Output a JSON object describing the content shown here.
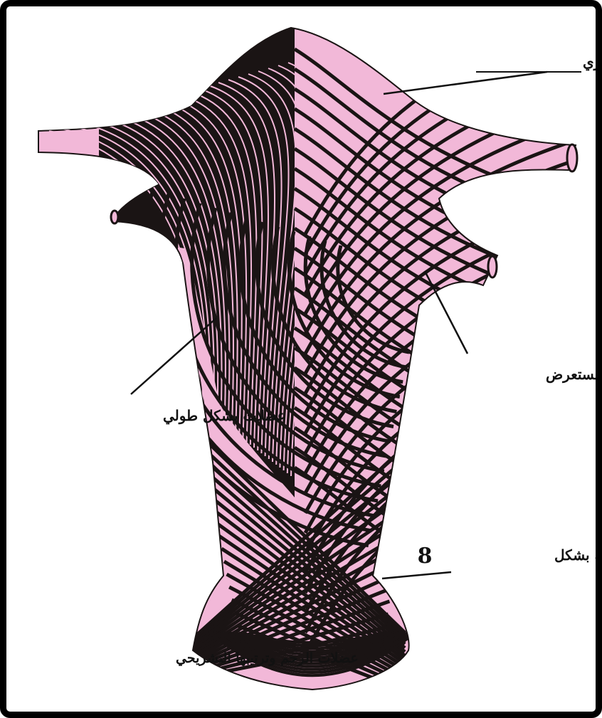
{
  "colors": {
    "background": "#ffffff",
    "tissue": "#f2b8d8",
    "fiber": "#1a1414",
    "frame": "#000000"
  },
  "labels": {
    "circular": "عضلات بشكل دائري",
    "transverse": "عضلات بشكل مستعرض",
    "longitudinal": "عضلات بشكل طولي",
    "interlaced": "عضلات متشابكه بشكل",
    "interlaced_symbol": "8"
  },
  "caption": "عضلات الرحم وترتيبها التشريحي"
}
